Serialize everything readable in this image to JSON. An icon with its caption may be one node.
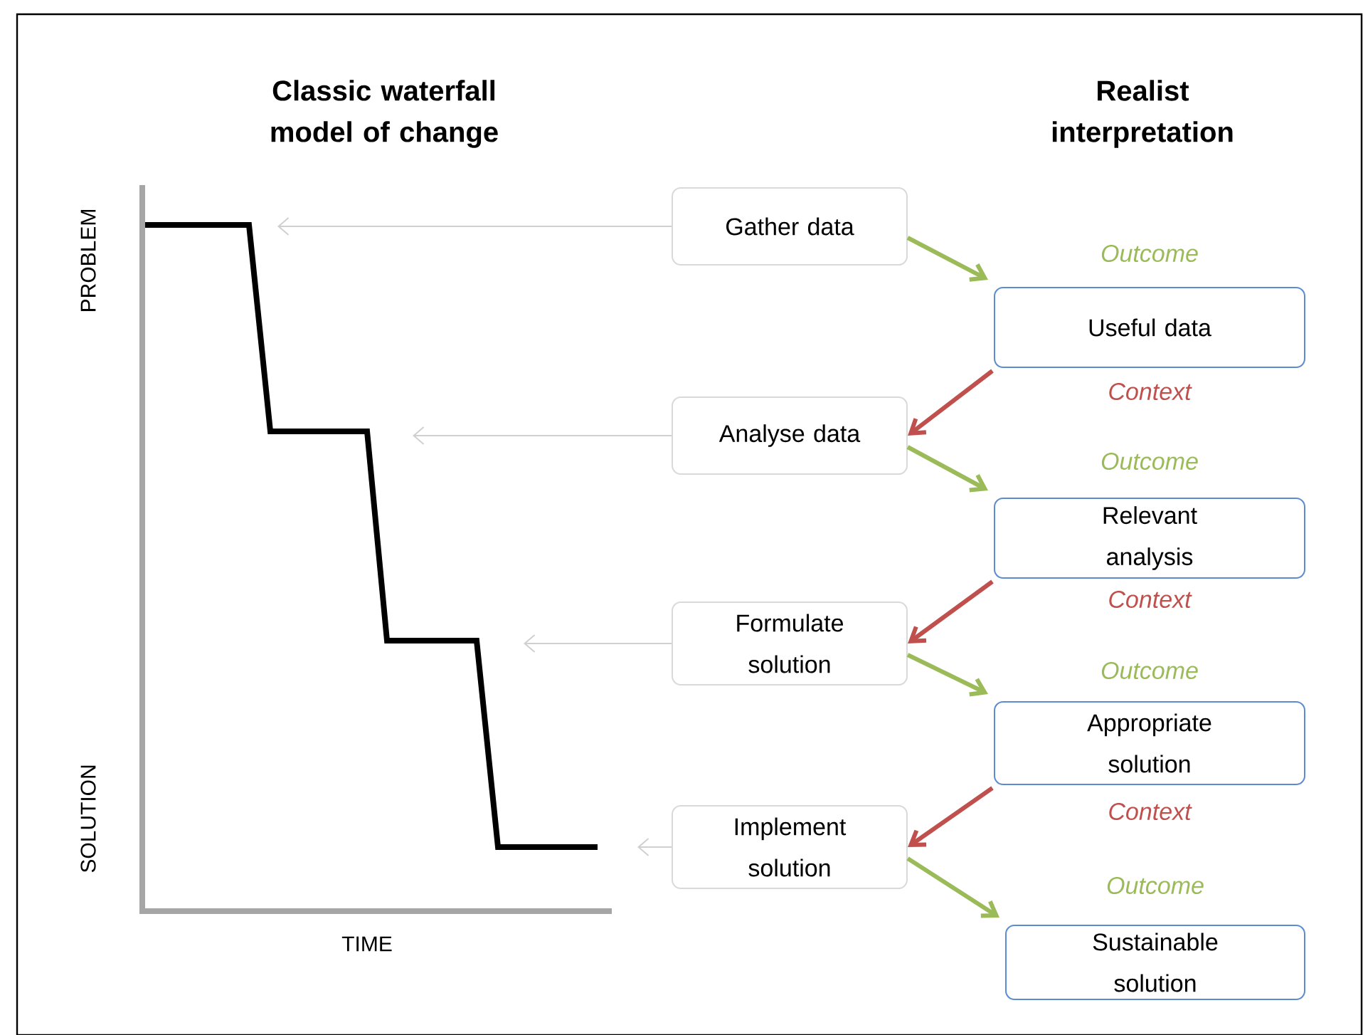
{
  "diagram": {
    "nodes": [
      {
        "text": [
          "Gather data"
        ]
      },
      {
        "text": [
          "Analyse data"
        ]
      },
      {
        "text": [
          "Formulate solution"
        ]
      },
      {
        "text": [
          "Implement solution"
        ]
      },
      {
        "text": [
          "Useful data"
        ]
      },
      {
        "text": [
          "Relevant analysis"
        ]
      },
      {
        "text": [
          "Appropriate solution"
        ]
      },
      {
        "text": [
          "Sustainable solution"
        ]
      }
    ],
    "edges": [
      {
        "from": 0,
        "to": null,
        "arrow": "to",
        "color": "#d0d0d0"
      },
      {
        "from": 1,
        "to": null,
        "arrow": "to",
        "color": "#d0d0d0"
      },
      {
        "from": 2,
        "to": null,
        "arrow": "to",
        "color": "#d0d0d0"
      },
      {
        "from": 3,
        "to": null,
        "arrow": "to",
        "color": "#d0d0d0"
      },
      {
        "from": 0,
        "to": 4,
        "arrow": "to",
        "label": "Outcome",
        "color": "#9bbb59"
      },
      {
        "from": 1,
        "to": 5,
        "arrow": "to",
        "label": "Outcome",
        "color": "#9bbb59"
      },
      {
        "from": 2,
        "to": 6,
        "arrow": "to",
        "label": "Outcome",
        "color": "#9bbb59"
      },
      {
        "from": 3,
        "to": 7,
        "arrow": "to",
        "label": "Outcome",
        "color": "#9bbb59"
      },
      {
        "from": 4,
        "to": 1,
        "arrow": "to",
        "label": "Context",
        "color": "#c0504d"
      },
      {
        "from": 5,
        "to": 2,
        "arrow": "to",
        "label": "Context",
        "color": "#c0504d"
      },
      {
        "from": 6,
        "to": 3,
        "arrow": "to",
        "label": "Context",
        "color": "#c0504d"
      }
    ],
    "labels": [
      "Classic waterfall model of change",
      "Realist interpretation",
      "PROBLEM",
      "SOLUTION",
      "TIME"
    ]
  }
}
